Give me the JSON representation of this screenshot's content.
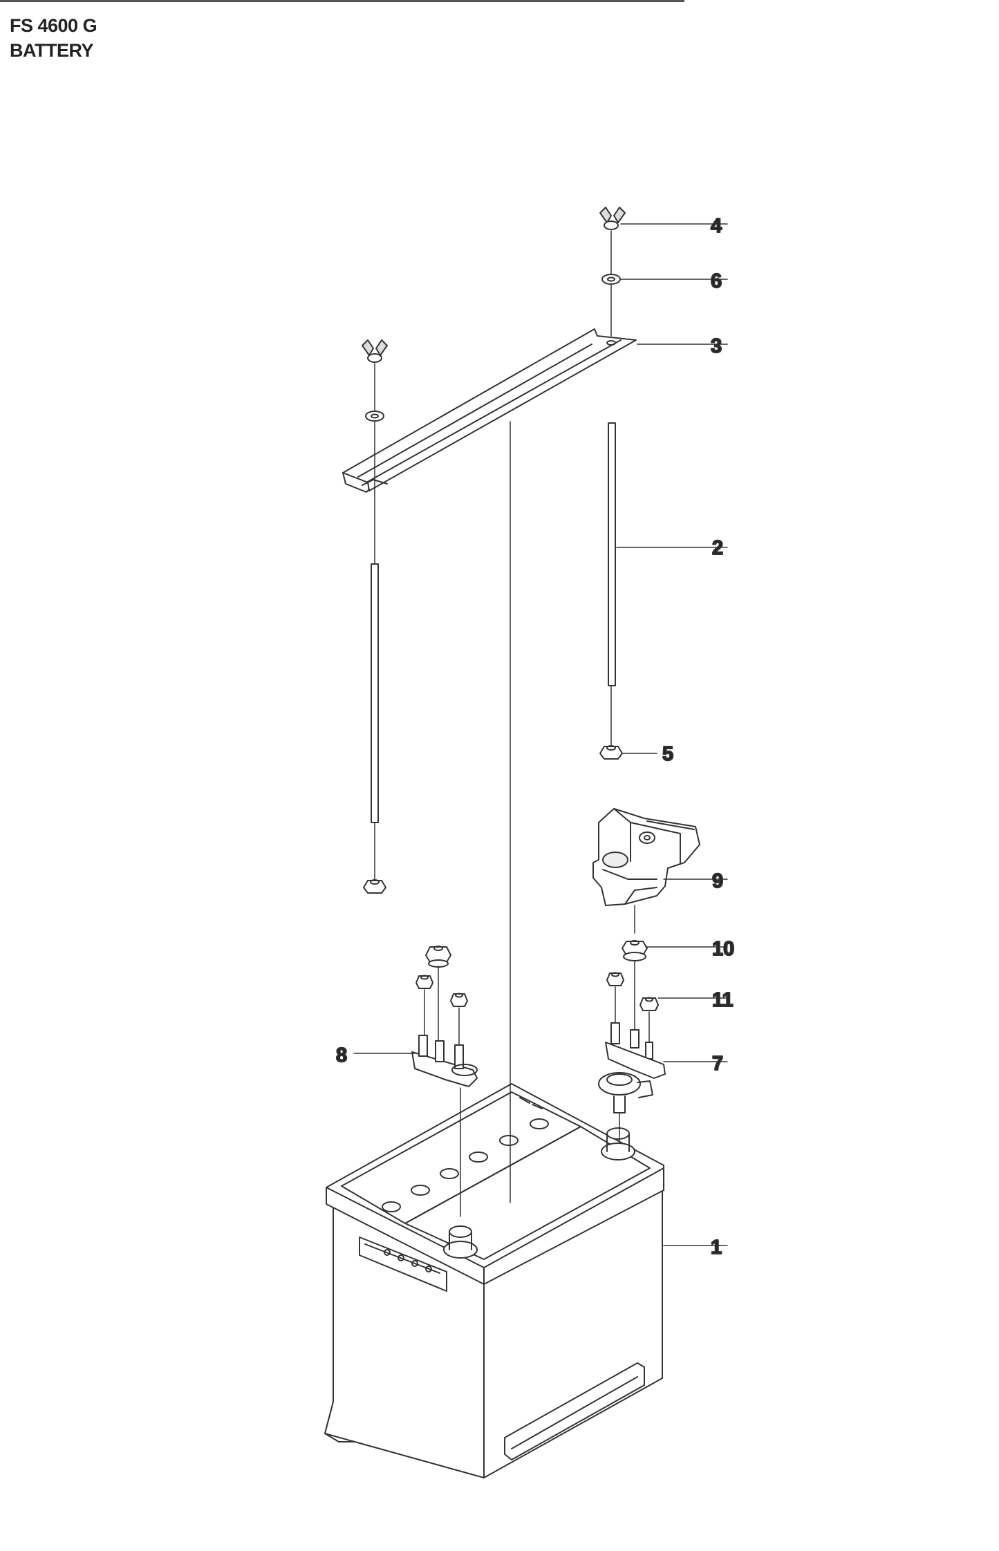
{
  "header": {
    "model": "FS 4600 G",
    "section": "BATTERY"
  },
  "callouts": [
    "1",
    "2",
    "3",
    "4",
    "5",
    "6",
    "7",
    "8",
    "9",
    "10",
    "11"
  ]
}
